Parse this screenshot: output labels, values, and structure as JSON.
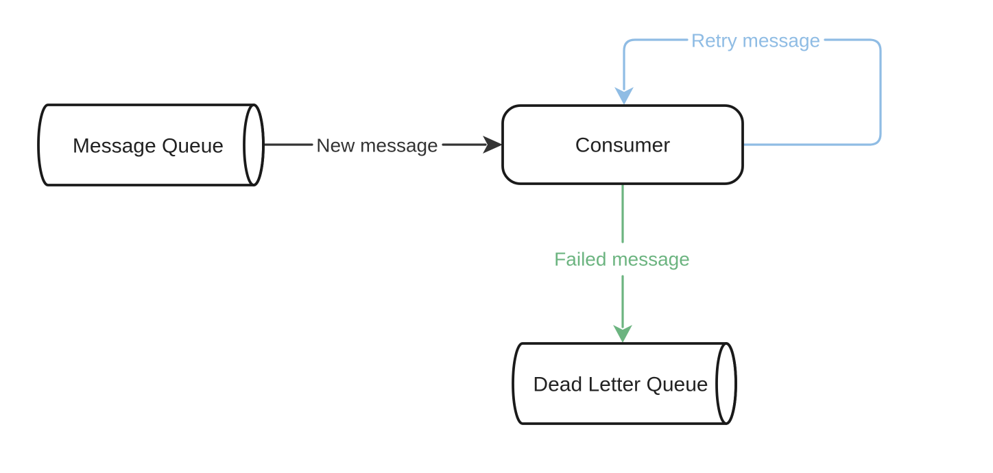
{
  "canvas": {
    "background": "#ffffff",
    "type": "flow-diagram"
  },
  "colors": {
    "node_border": "#1a1a1a",
    "node_fill": "#ffffff",
    "node_text": "#222222",
    "edge_dark": "#333333",
    "edge_blue": "#8fbce4",
    "edge_green": "#6cb480"
  },
  "nodes": {
    "message_queue": {
      "label": "Message Queue",
      "shape": "queue-cylinder"
    },
    "consumer": {
      "label": "Consumer",
      "shape": "rounded-rectangle"
    },
    "dead_letter_queue": {
      "label": "Dead Letter Queue",
      "shape": "queue-cylinder"
    }
  },
  "edges": {
    "new_message": {
      "label": "New message",
      "from": "message_queue",
      "to": "consumer",
      "color": "#333333"
    },
    "retry_message": {
      "label": "Retry message",
      "from": "consumer",
      "to": "consumer",
      "color": "#8fbce4"
    },
    "failed_message": {
      "label": "Failed message",
      "from": "consumer",
      "to": "dead_letter_queue",
      "color": "#6cb480"
    }
  }
}
